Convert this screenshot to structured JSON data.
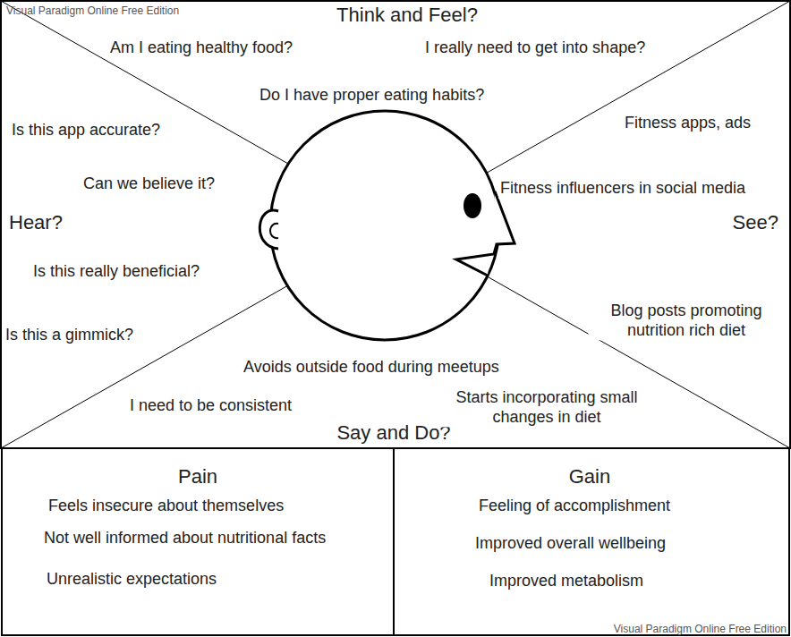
{
  "diagram": {
    "nodes": [
      {
        "text": [
          "Think and Feel?",
          "Am I eating healthy food?",
          "I really need to get into shape?",
          "Do I have proper eating habits?"
        ]
      },
      {
        "text": [
          "Hear?",
          "Is this app accurate?",
          "Can we believe it?",
          "Is this really beneficial?",
          "Is this a gimmick?"
        ]
      },
      {
        "text": [
          "See?",
          "Fitness apps, ads",
          "Fitness influencers in social media",
          "Blog posts promoting nutrition rich diet"
        ]
      },
      {
        "text": [
          "Say and Do?",
          "Avoids outside food during meetups",
          "I need to be consistent",
          "Starts incorporating small changes in diet"
        ]
      },
      {
        "text": [
          "Pain",
          "Feels insecure about themselves",
          "Not well informed about nutritional facts",
          "Unrealistic expectations"
        ]
      },
      {
        "text": [
          "Gain",
          "Feeling of accomplishment",
          "Improved overall wellbeing",
          "Improved metabolism"
        ]
      }
    ],
    "labels": [
      "Visual Paradigm Online Free Edition",
      "Visual Paradigm Online Free Edition"
    ]
  }
}
